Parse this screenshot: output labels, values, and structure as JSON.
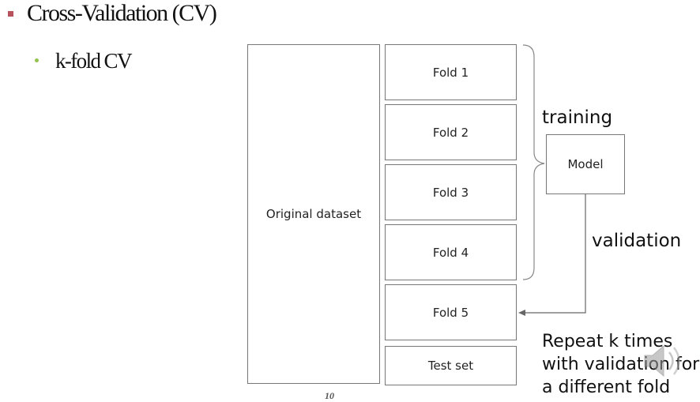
{
  "slide": {
    "title": "Cross-Validation (CV)",
    "subtitle": "k-fold CV",
    "page_number": "10",
    "accent_bullet_color": "#b5525c",
    "sub_bullet_color": "#93c34c"
  },
  "diagram": {
    "original_dataset": "Original dataset",
    "folds": [
      "Fold 1",
      "Fold 2",
      "Fold 3",
      "Fold 4",
      "Fold 5"
    ],
    "test_set": "Test set",
    "model": "Model",
    "training_label": "training",
    "validation_label": "validation",
    "repeat_note": [
      "Repeat k times",
      "with validation for",
      "a different fold"
    ]
  },
  "icons": {
    "speaker": "speaker-icon"
  }
}
